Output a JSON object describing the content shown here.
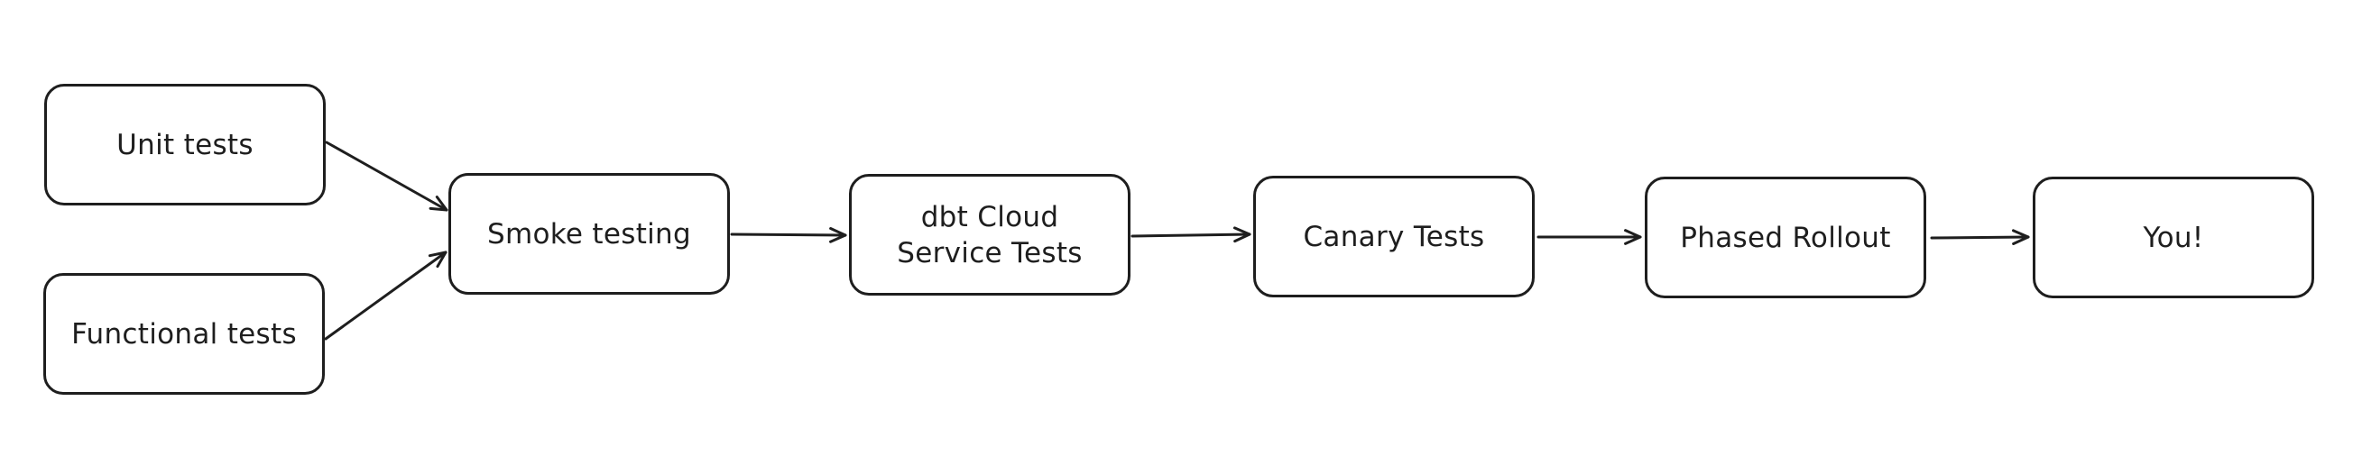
{
  "diagram": {
    "nodes": {
      "unit_tests": {
        "label": "Unit tests"
      },
      "functional_tests": {
        "label": "Functional tests"
      },
      "smoke_testing": {
        "label": "Smoke testing"
      },
      "dbt_cloud_service_tests": {
        "label": "dbt Cloud\nService Tests"
      },
      "canary_tests": {
        "label": "Canary Tests"
      },
      "phased_rollout": {
        "label": "Phased Rollout"
      },
      "you": {
        "label": "You!"
      }
    },
    "edges": [
      {
        "from": "Unit tests",
        "to": "Smoke testing"
      },
      {
        "from": "Functional tests",
        "to": "Smoke testing"
      },
      {
        "from": "Smoke testing",
        "to": "dbt Cloud Service Tests"
      },
      {
        "from": "dbt Cloud Service Tests",
        "to": "Canary Tests"
      },
      {
        "from": "Canary Tests",
        "to": "Phased Rollout"
      },
      {
        "from": "Phased Rollout",
        "to": "You!"
      }
    ],
    "colors": {
      "stroke": "#1e1e1e",
      "background": "#ffffff"
    }
  }
}
